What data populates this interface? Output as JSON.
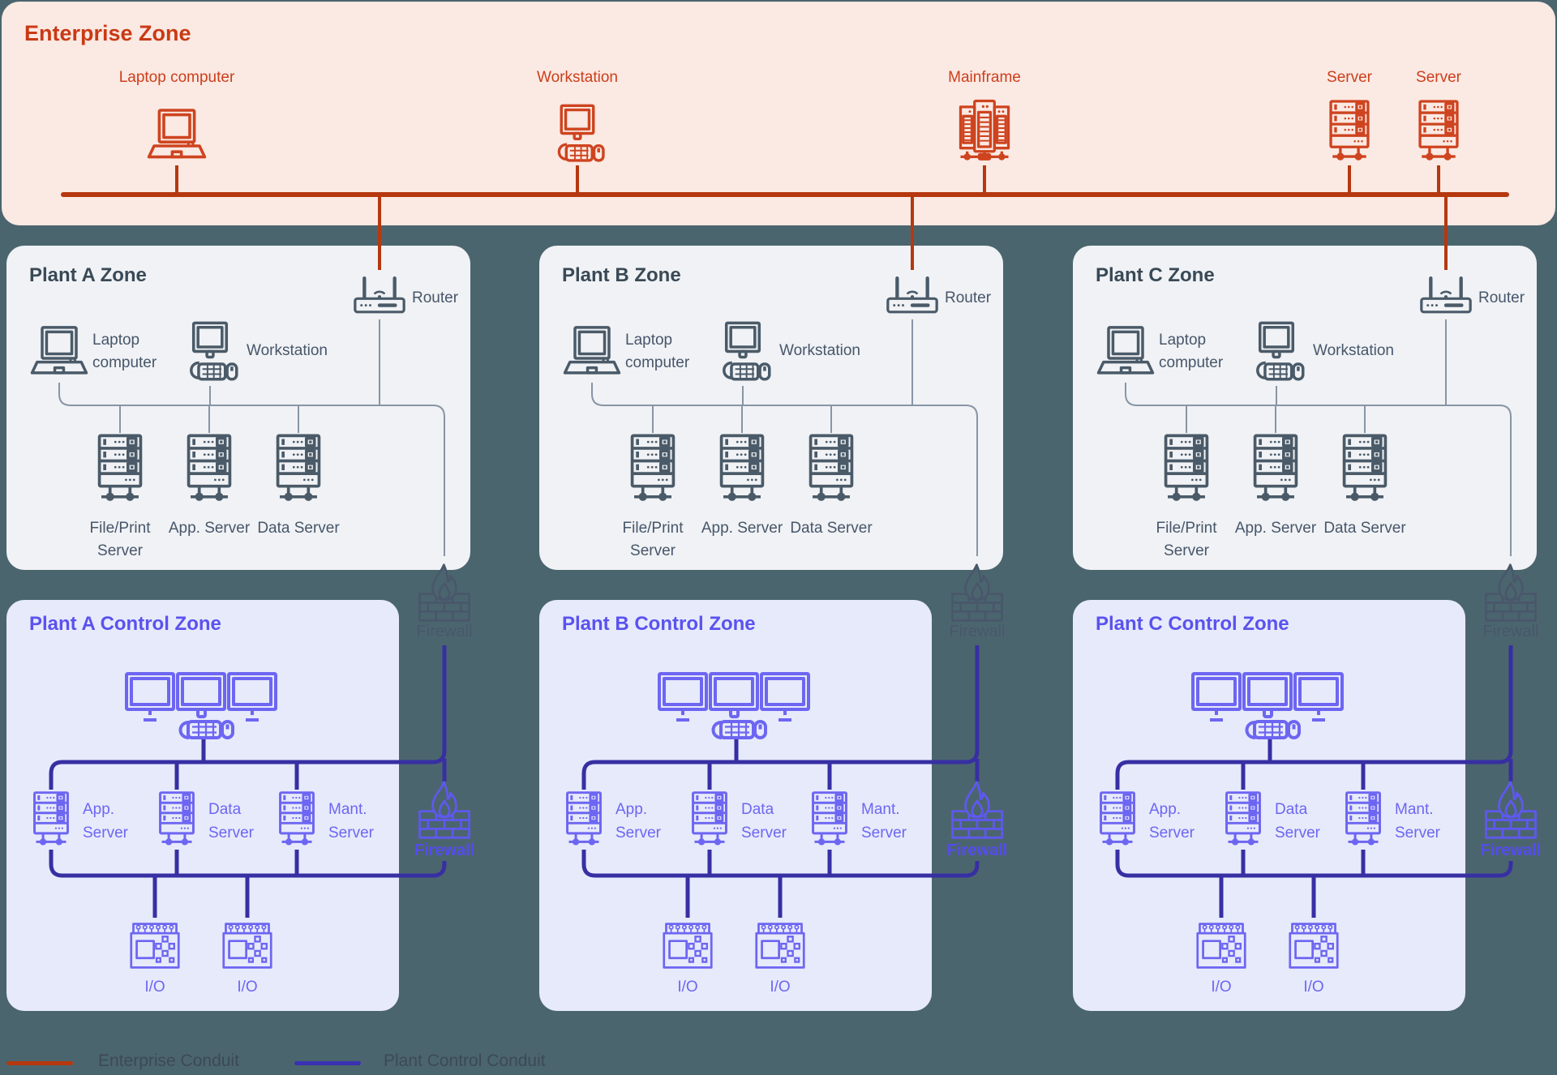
{
  "enterprise": {
    "title": "Enterprise Zone",
    "devices": [
      {
        "icon": "laptop-icon",
        "label": "Laptop computer"
      },
      {
        "icon": "workstation-icon",
        "label": "Workstation"
      },
      {
        "icon": "mainframe-icon",
        "label": "Mainframe"
      },
      {
        "icon": "server-icon",
        "label": "Server"
      },
      {
        "icon": "server-icon",
        "label": "Server"
      }
    ],
    "conduit_color": "#B5380F",
    "background": "#FBE9E3"
  },
  "plant_zones": [
    {
      "title": "Plant A Zone",
      "router": "Router",
      "laptop": "Laptop computer",
      "workstation": "Workstation",
      "servers": [
        "File/Print Server",
        "App. Server",
        "Data Server"
      ],
      "firewall": "Firewall"
    },
    {
      "title": "Plant B Zone",
      "router": "Router",
      "laptop": "Laptop computer",
      "workstation": "Workstation",
      "servers": [
        "File/Print Server",
        "App. Server",
        "Data Server"
      ],
      "firewall": "Firewall"
    },
    {
      "title": "Plant C Zone",
      "router": "Router",
      "laptop": "Laptop computer",
      "workstation": "Workstation",
      "servers": [
        "File/Print Server",
        "App. Server",
        "Data Server"
      ],
      "firewall": "Firewall"
    }
  ],
  "control_zones": [
    {
      "title": "Plant A Control Zone",
      "servers": [
        "App. Server",
        "Data Server",
        "Mant. Server"
      ],
      "io": [
        "I/O",
        "I/O"
      ],
      "firewall": "Firewall"
    },
    {
      "title": "Plant B Control Zone",
      "servers": [
        "App. Server",
        "Data Server",
        "Mant. Server"
      ],
      "io": [
        "I/O",
        "I/O"
      ],
      "firewall": "Firewall"
    },
    {
      "title": "Plant C Control Zone",
      "servers": [
        "App. Server",
        "Data Server",
        "Mant. Server"
      ],
      "io": [
        "I/O",
        "I/O"
      ],
      "firewall": "Firewall"
    }
  ],
  "legend": [
    {
      "label": "Enterprise Conduit",
      "color": "#B5380F"
    },
    {
      "label": "Plant Control Conduit",
      "color": "#3A30B2"
    }
  ],
  "colors": {
    "page_background": "#4B656E",
    "plant_zone_background": "#F0F2F5",
    "control_zone_background": "#E7EAFB",
    "enterprise_accent": "#CC3F1B",
    "plant_accent": "#47566A",
    "control_accent": "#6D66F2",
    "control_conduit": "#372FA3"
  }
}
